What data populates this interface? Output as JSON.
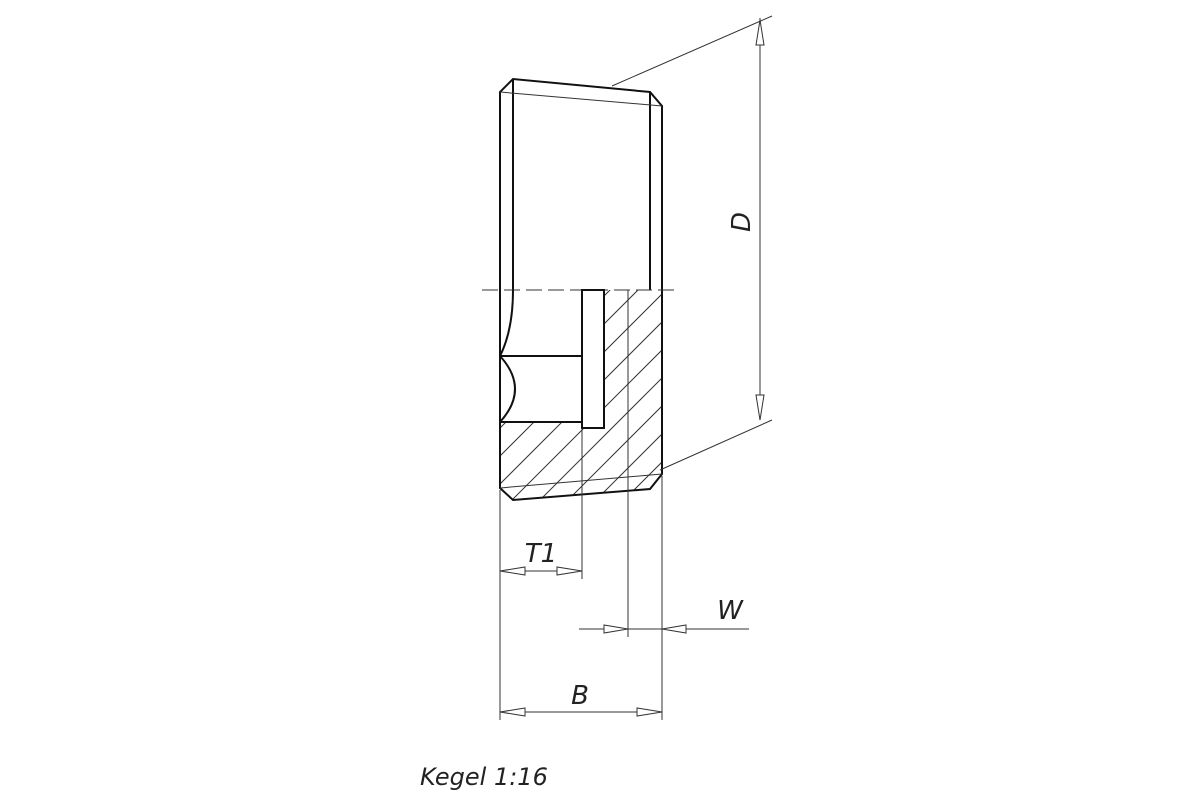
{
  "drawing": {
    "dimensions": {
      "diameter": "D",
      "depth": "T1",
      "wall": "W",
      "width": "B"
    },
    "note": "Kegel 1:16"
  }
}
